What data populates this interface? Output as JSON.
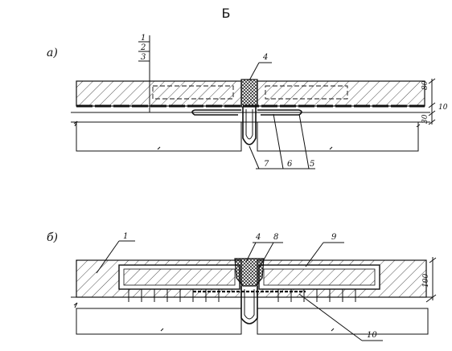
{
  "diagram": {
    "title": "Б",
    "panel_a": {
      "label": "а)",
      "callouts": [
        "1",
        "2",
        "3",
        "4",
        "7",
        "6",
        "5"
      ],
      "dimensions": [
        "80",
        "10",
        "30"
      ]
    },
    "panel_b": {
      "label": "б)",
      "callouts": [
        "1",
        "4",
        "8",
        "9",
        "10"
      ],
      "dimensions": [
        "100"
      ]
    }
  }
}
